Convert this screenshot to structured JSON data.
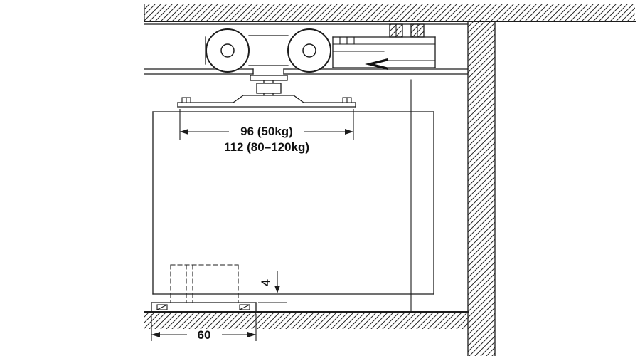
{
  "drawing": {
    "labels": {
      "carriage_dim_line1": "96 (50kg)",
      "carriage_dim_line2": "112 (80–120kg)",
      "bottom_clearance": "4",
      "floor_guide_width": "60"
    },
    "colors": {
      "line": "#1c1c1c",
      "background": "#ffffff",
      "hatch": "#2a2a2a"
    }
  }
}
